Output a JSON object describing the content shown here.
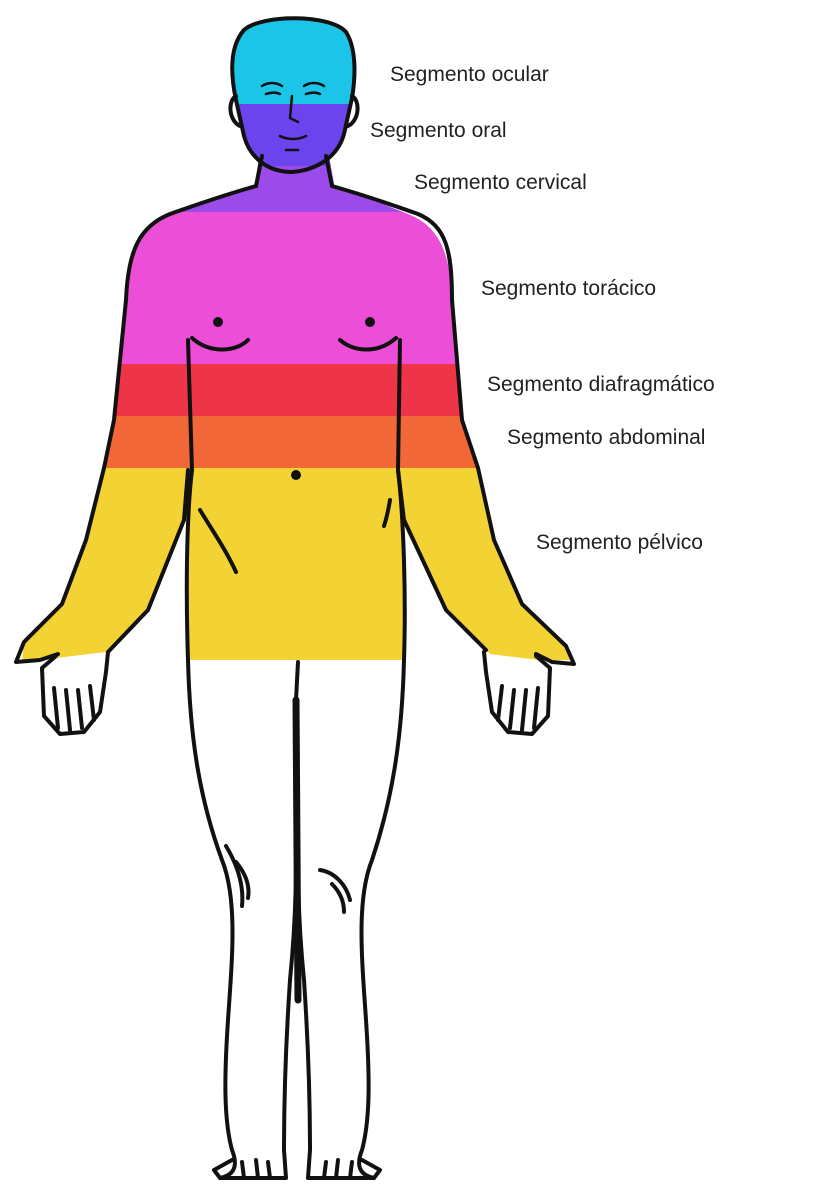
{
  "segments": [
    {
      "label": "Segmento ocular",
      "color": "#1CC4E8"
    },
    {
      "label": "Segmento oral",
      "color": "#6B44EE"
    },
    {
      "label": "Segmento cervical",
      "color": "#9A4BEA"
    },
    {
      "label": "Segmento torácico",
      "color": "#EC4ED8"
    },
    {
      "label": "Segmento diafragmático",
      "color": "#EE3447"
    },
    {
      "label": "Segmento abdominal",
      "color": "#F26738"
    },
    {
      "label": "Segmento pélvico",
      "color": "#F3D233"
    }
  ],
  "icons": {
    "figure": "human-body-figure-icon"
  },
  "colors": {
    "outline": "#111111",
    "background": "#FFFFFF"
  }
}
